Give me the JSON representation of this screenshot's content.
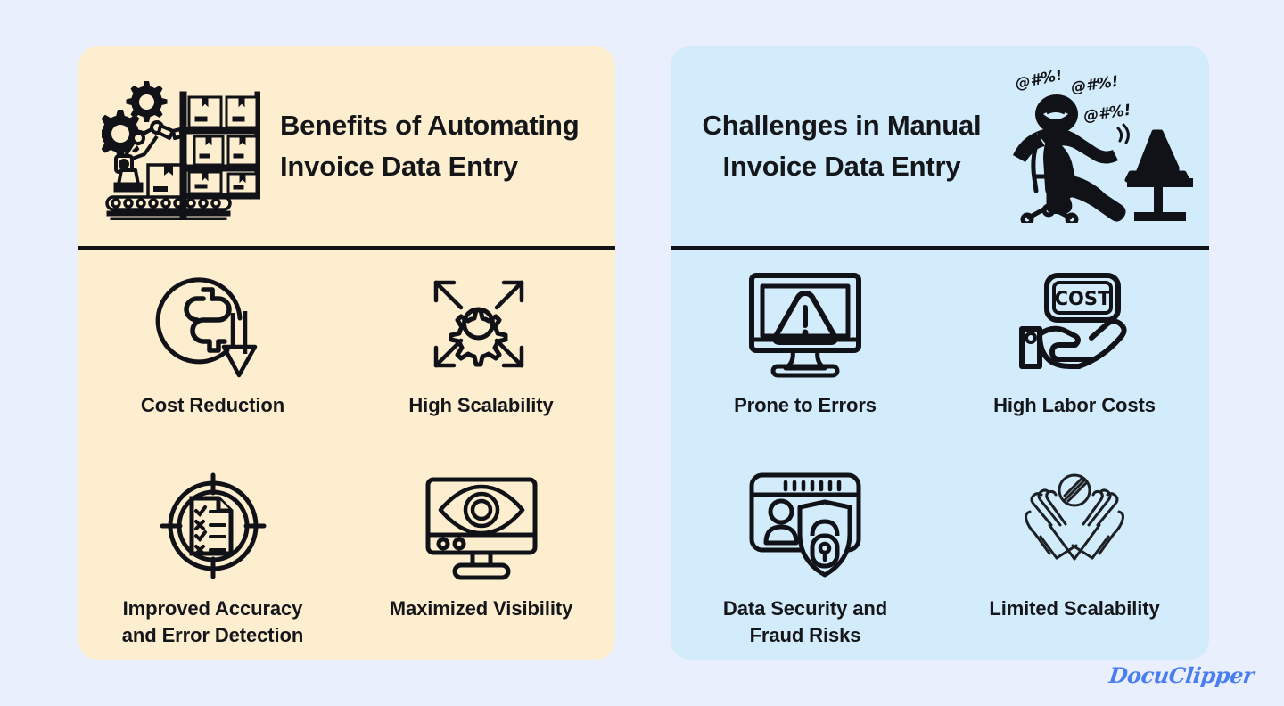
{
  "background_color": "#e9effc",
  "panels": [
    {
      "id": "benefits",
      "background_color": "#fdeed0",
      "title": "Benefits of\nAutomating Invoice\nData Entry",
      "header_icon": "warehouse-automation-icon",
      "features": [
        {
          "label": "Cost Reduction",
          "icon": "dollar-down-arrow-icon"
        },
        {
          "label": "High Scalability",
          "icon": "gear-expand-arrows-icon"
        },
        {
          "label": "Improved Accuracy\nand Error Detection",
          "icon": "target-checklist-icon"
        },
        {
          "label": "Maximized Visibility",
          "icon": "monitor-eye-icon"
        }
      ]
    },
    {
      "id": "challenges",
      "background_color": "#d3ecfb",
      "title": "Challenges in\nManual Invoice\nData Entry",
      "header_icon": "frustrated-worker-desk-icon",
      "header_icon_text": [
        "@#%!",
        "@#%!",
        "@#%!"
      ],
      "features": [
        {
          "label": "Prone to Errors",
          "icon": "monitor-warning-icon"
        },
        {
          "label": "High Labor Costs",
          "icon": "hand-cost-sign-icon",
          "icon_text": "COST"
        },
        {
          "label": "Data Security and\nFraud Risks",
          "icon": "browser-person-shield-lock-icon"
        },
        {
          "label": "Limited Scalability",
          "icon": "crossed-hands-prohibited-icon"
        }
      ]
    }
  ],
  "brand": {
    "name": "DocuClipper",
    "color": "#4a7ef0"
  }
}
